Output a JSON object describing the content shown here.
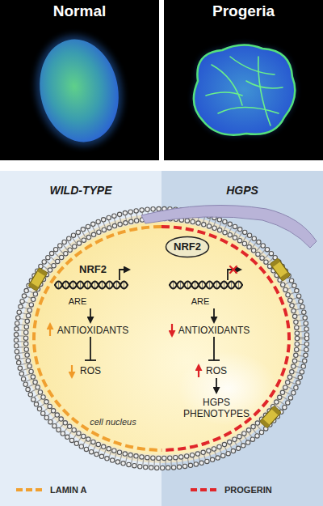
{
  "diagram": {
    "nodes": [
      {
        "text": [
          "Normal"
        ]
      },
      {
        "text": [
          "Progeria"
        ]
      },
      {
        "text": [
          "WILD-TYPE"
        ]
      },
      {
        "text": [
          "HGPS"
        ]
      },
      {
        "text": [
          "cell nucleus"
        ]
      },
      {
        "text": [
          "NRF2"
        ],
        "in": 4
      }
    ],
    "labels": [
      "NRF2",
      "ARE",
      "ANTIOXIDANTS",
      "ROS",
      "ARE",
      "ANTIOXIDANTS",
      "ROS",
      "HGPS PHENOTYPES"
    ],
    "legend": [
      {
        "text": "LAMIN A"
      },
      {
        "text": "PROGERIN"
      }
    ]
  }
}
